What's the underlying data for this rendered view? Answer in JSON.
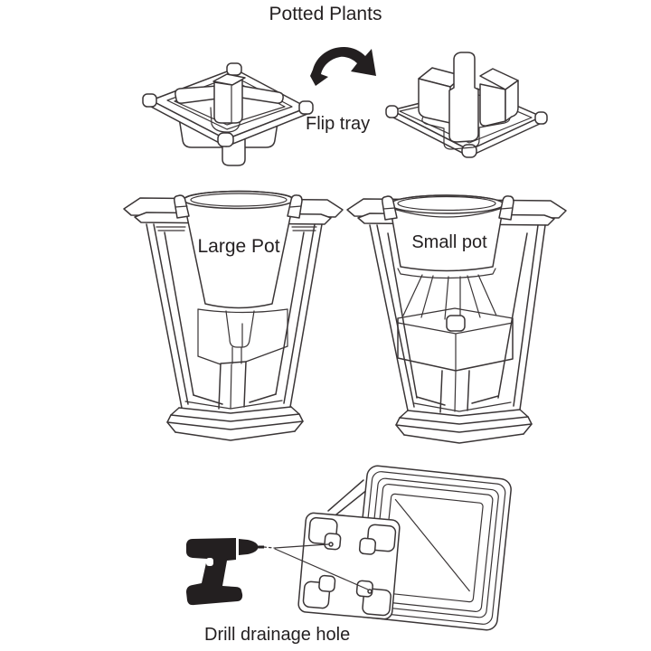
{
  "title": "Potted Plants",
  "colors": {
    "background": "#ffffff",
    "line_art": "#3a3536",
    "ink": "#231f20"
  },
  "annotations": {
    "flip_tray": "Flip tray",
    "large_pot": "Large Pot",
    "small_pot": "Small pot",
    "drill_hole": "Drill drainage hole"
  },
  "illustrations": [
    "tray-upside-down",
    "flip-arrow",
    "tray-flipped",
    "planter-with-large-pot",
    "planter-with-small-pot",
    "planter-base-frame",
    "planter-bottom-panel",
    "drill"
  ]
}
